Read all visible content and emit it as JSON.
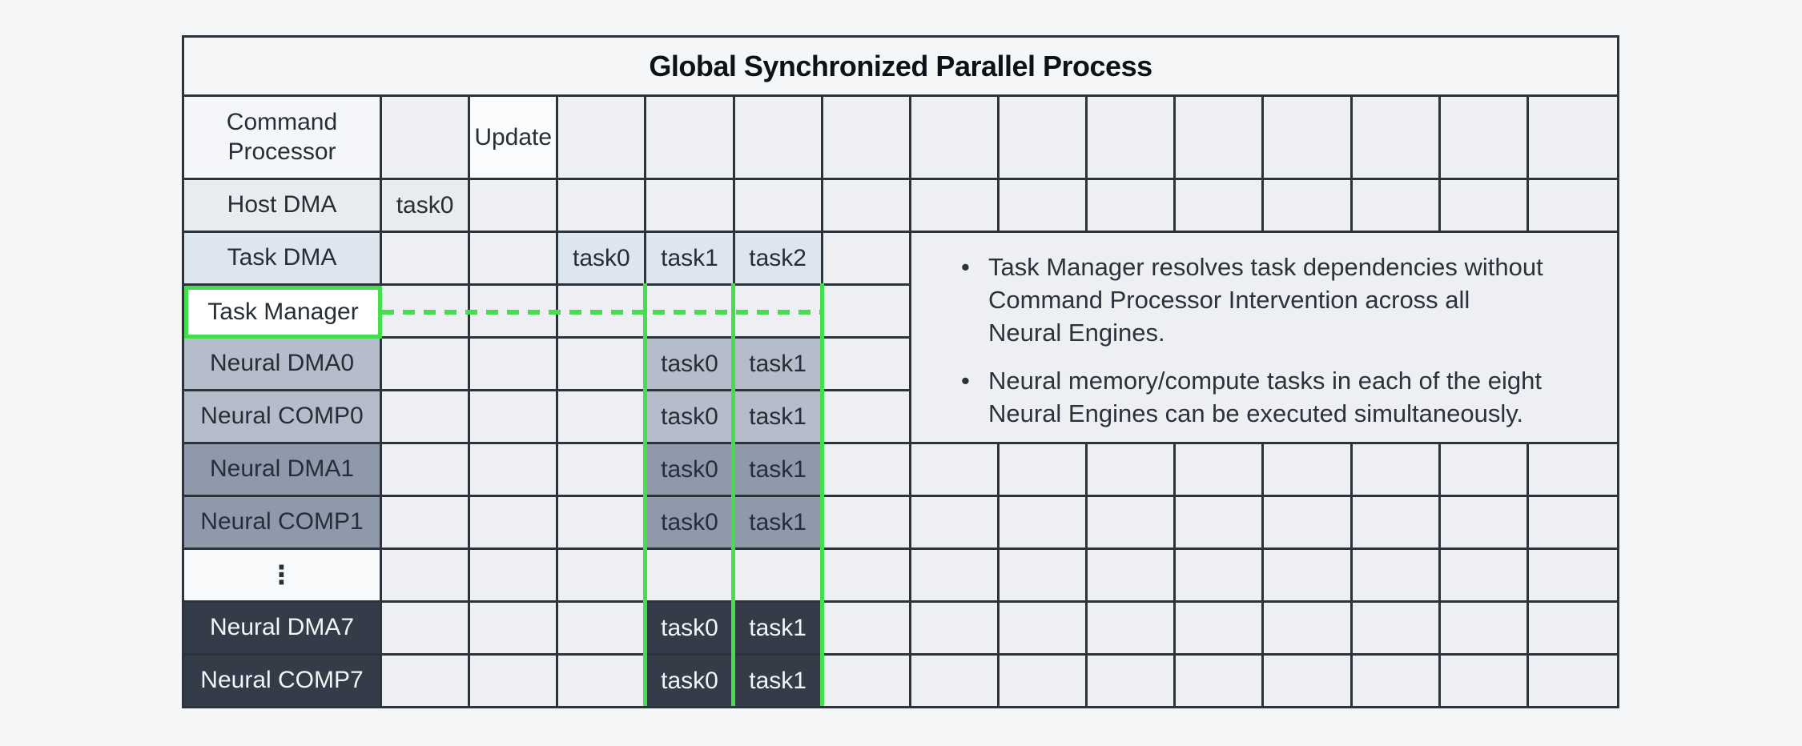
{
  "title": "Global Synchronized Parallel Process",
  "table": {
    "data_column_count": 14,
    "rows": [
      {
        "id": "command-processor",
        "label": "Command Processor",
        "theme": "lightest",
        "tasks": {
          "2": "Update"
        },
        "task_theme": "white"
      },
      {
        "id": "host-dma",
        "label": "Host DMA",
        "theme": "gray",
        "tasks": {
          "1": "task0"
        },
        "task_theme": "gray"
      },
      {
        "id": "task-dma",
        "label": "Task DMA",
        "theme": "blue",
        "tasks": {
          "3": "task0",
          "4": "task1",
          "5": "task2"
        },
        "task_theme": "blue"
      },
      {
        "id": "task-manager",
        "label": "Task Manager",
        "theme": "manager",
        "tasks": {},
        "task_theme": ""
      },
      {
        "id": "neural-dma0",
        "label": "Neural DMA0",
        "theme": "slatelight",
        "tasks": {
          "4": "task0",
          "5": "task1"
        },
        "task_theme": "slatelight"
      },
      {
        "id": "neural-comp0",
        "label": "Neural COMP0",
        "theme": "slatelight",
        "tasks": {
          "4": "task0",
          "5": "task1"
        },
        "task_theme": "slatelight"
      },
      {
        "id": "neural-dma1",
        "label": "Neural DMA1",
        "theme": "slatemid",
        "tasks": {
          "4": "task0",
          "5": "task1"
        },
        "task_theme": "slatemid"
      },
      {
        "id": "neural-comp1",
        "label": "Neural COMP1",
        "theme": "slatemid",
        "tasks": {
          "4": "task0",
          "5": "task1"
        },
        "task_theme": "slatemid"
      },
      {
        "id": "ellipsis-row",
        "label": "⋮",
        "theme": "ellipsis",
        "tasks": {},
        "task_theme": ""
      },
      {
        "id": "neural-dma7",
        "label": "Neural DMA7",
        "theme": "dark",
        "tasks": {
          "4": "task0",
          "5": "task1"
        },
        "task_theme": "dark"
      },
      {
        "id": "neural-comp7",
        "label": "Neural COMP7",
        "theme": "dark",
        "tasks": {
          "4": "task0",
          "5": "task1"
        },
        "task_theme": "dark"
      }
    ]
  },
  "notes": {
    "bullet_char": "•",
    "bullets": [
      "Task Manager resolves task dependencies without Command Processor Intervention across all Neural Engines.",
      "Neural memory/compute tasks in each of the eight Neural Engines can be executed simultaneously."
    ]
  },
  "annotations": {
    "highlighted_row": "Task Manager",
    "dashed_dependency_line_span": "label column edge to column 5",
    "sync_highlight_columns": "columns 4-5, Task Manager row to bottom"
  },
  "colors": {
    "accent_green": "#44dd4e",
    "grid_line": "#2d333b",
    "page_background": "#f5f6f8",
    "empty_cell": "#edeff2",
    "host_dma_row": "#e9ecef",
    "task_dma_row": "#dde5ef",
    "neural_group0_row": "#b5bdca",
    "neural_group1_row": "#8f99ac",
    "neural_group7_row": "#333c48",
    "dark_row_text": "#f3f5f8",
    "text": "#272e38"
  }
}
